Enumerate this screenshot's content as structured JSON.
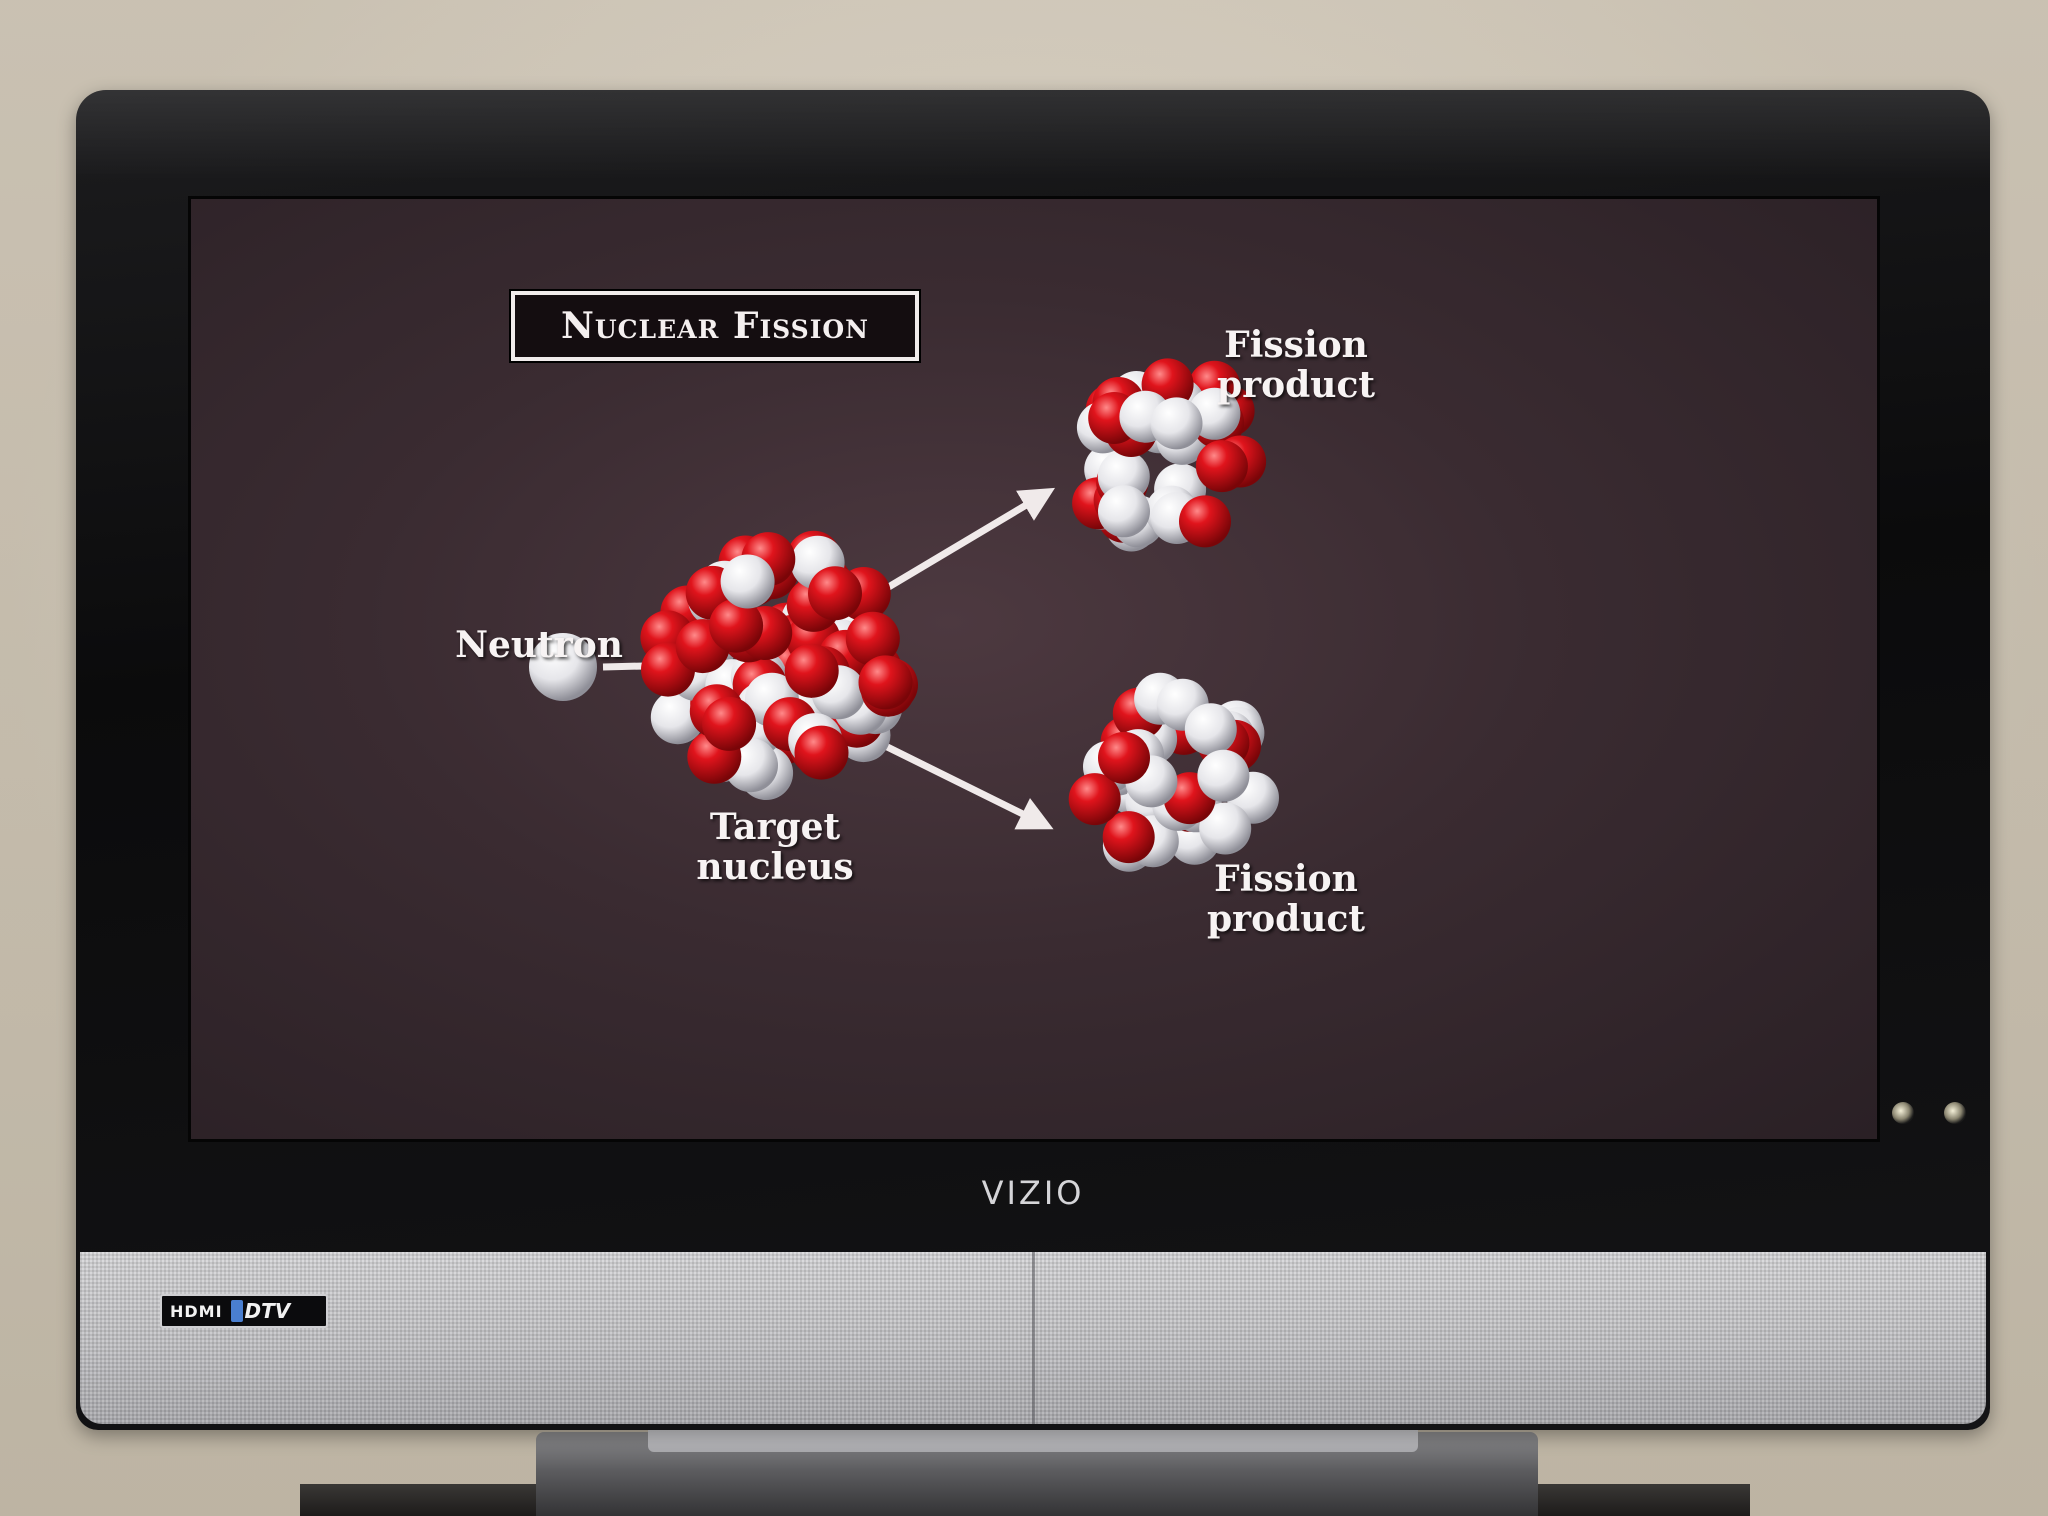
{
  "slide": {
    "title": "Nuclear Fission",
    "labels": {
      "neutron": "Neutron",
      "target_line1": "Target",
      "target_line2": "nucleus",
      "product_top_line1": "Fission",
      "product_top_line2": "product",
      "product_bottom_line1": "Fission",
      "product_bottom_line2": "product"
    }
  },
  "tv": {
    "brand": "VIZIO",
    "badge_left": "HDMI",
    "badge_right": "DTV"
  },
  "colors": {
    "proton": "#e0141c",
    "neutron": "#f2f2f4",
    "arrow": "#f0eaea"
  }
}
